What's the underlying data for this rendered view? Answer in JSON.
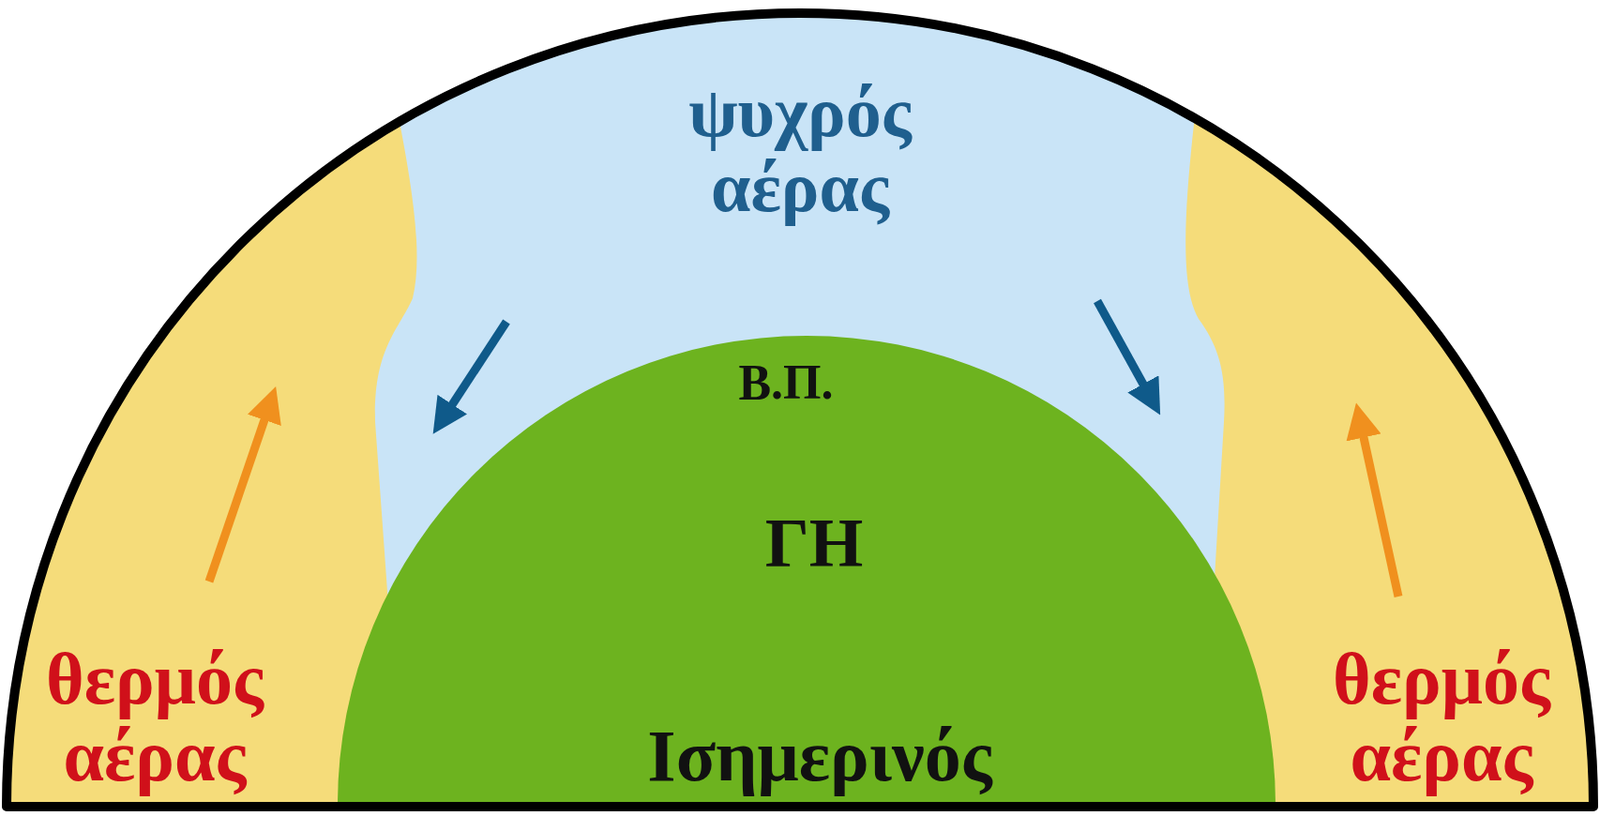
{
  "diagram": {
    "nodes": [
      {
        "text": [
          "ψυχρός αέρας"
        ]
      },
      {
        "text": [
          "Β.Π.",
          "ΓΗ",
          "Ισημερινός"
        ]
      },
      {
        "text": [
          "θερμός αέρας"
        ]
      },
      {
        "text": [
          "θερμός αέρας"
        ]
      }
    ]
  }
}
